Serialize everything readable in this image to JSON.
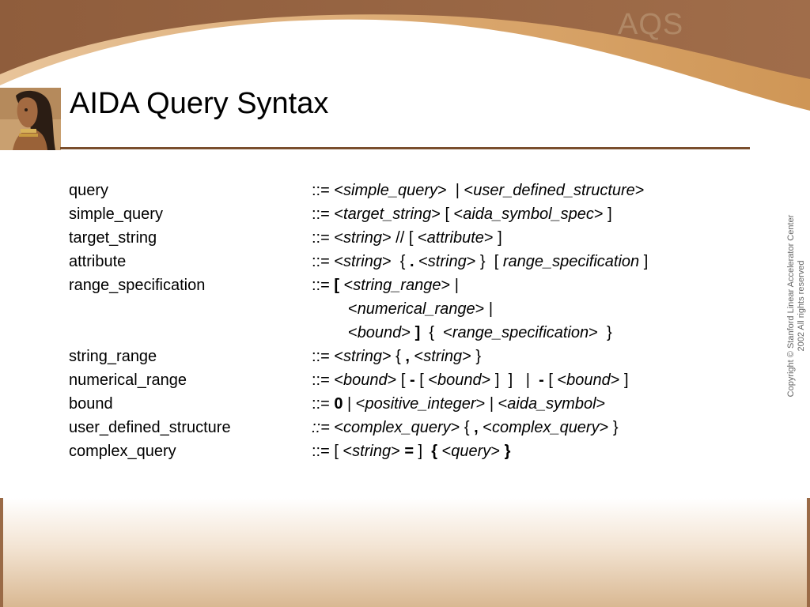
{
  "header": {
    "brand": "AQS",
    "title": "AIDA Query Syntax"
  },
  "colors": {
    "header_brown": "#9a6845",
    "header_tan": "#d8a469",
    "rule": "#7a4e2d"
  },
  "grammar": {
    "rules": [
      {
        "name": "query",
        "definition": "::= <simple_query>  | <user_defined_structure>"
      },
      {
        "name": "simple_query",
        "definition": "::= <target_string> [ <aida_symbol_spec> ]"
      },
      {
        "name": "target_string",
        "definition": "::= <string> // [ <attribute> ]"
      },
      {
        "name": "attribute",
        "definition": "::= <string>  { . <string> }  [ range_specification ]"
      },
      {
        "name": "range_specification",
        "definition": "::= [ <string_range> |"
      },
      {
        "name": "",
        "definition": "<numerical_range> |"
      },
      {
        "name": "",
        "definition": "<bound> ]  {  <range_specification>  }"
      },
      {
        "name": "string_range",
        "definition": "::= <string> { , <string> }"
      },
      {
        "name": "numerical_range",
        "definition": "::= <bound> [ - [ <bound> ]  ]   |  - [ <bound> ]"
      },
      {
        "name": "bound",
        "definition": "::= 0 | <positive_integer> | <aida_symbol>"
      },
      {
        "name": "user_defined_structure",
        "definition": "::= <complex_query> { , <complex_query> }"
      },
      {
        "name": "complex_query",
        "definition": "::= [ <string> = ]  { <query> }"
      }
    ]
  },
  "footer": {
    "copyright_line1": "Copyright  © Stanford Linear Accelerator Center",
    "copyright_line2": "2002 All rights reserved"
  }
}
